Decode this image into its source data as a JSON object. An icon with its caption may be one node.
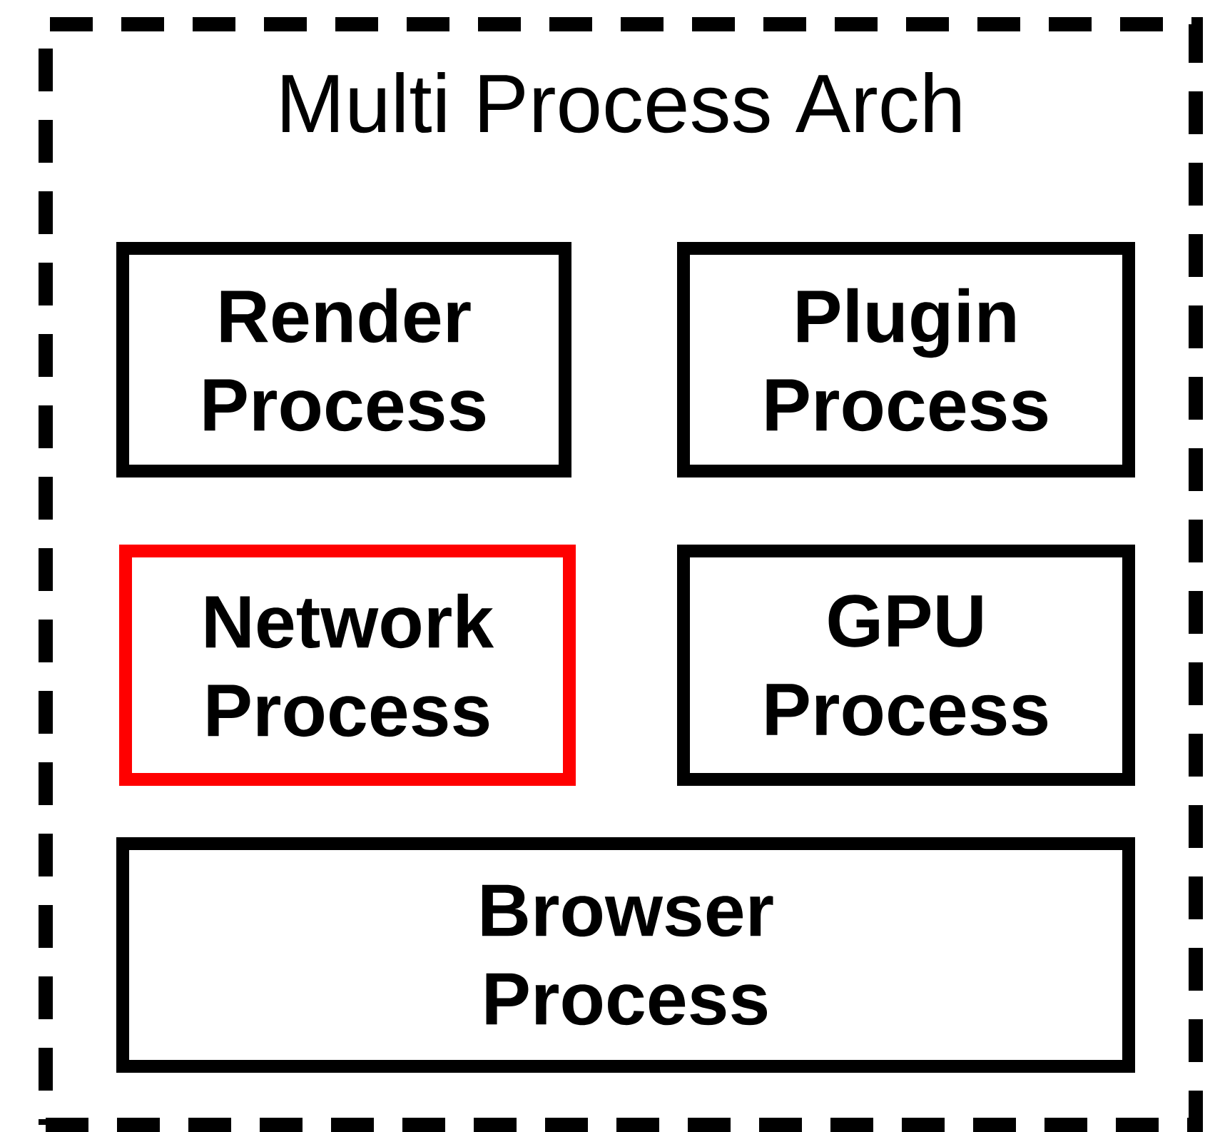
{
  "diagram": {
    "nodes": [
      {
        "text": [
          "Multi Process Arch"
        ]
      },
      {
        "text": [
          "Render Process"
        ],
        "in": 0
      },
      {
        "text": [
          "Plugin Process"
        ],
        "in": 0
      },
      {
        "text": [
          "Network Process"
        ],
        "in": 0
      },
      {
        "text": [
          "GPU Process"
        ],
        "in": 0
      },
      {
        "text": [
          "Browser Process"
        ],
        "in": 0
      }
    ]
  }
}
